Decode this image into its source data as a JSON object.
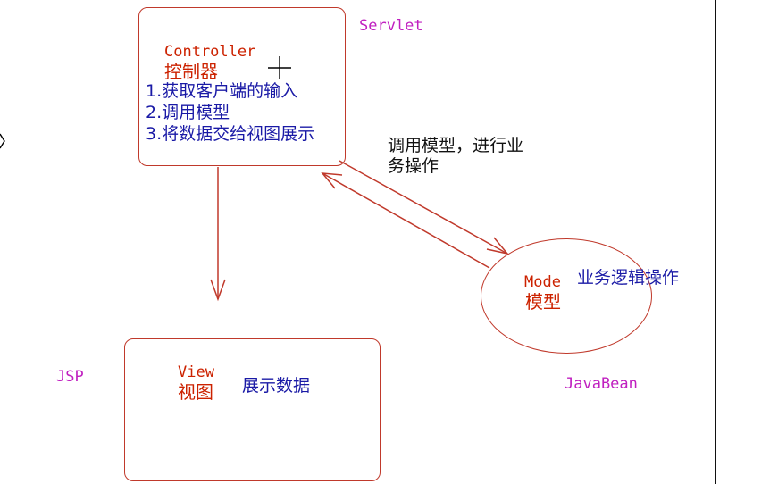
{
  "controller": {
    "title_en": "Controller",
    "title_cn": "控制器",
    "items": [
      "1.获取客户端的输入",
      "2.调用模型",
      "3.将数据交给视图展示"
    ],
    "tech_label": "Servlet"
  },
  "model": {
    "title_en": "Mode",
    "title_cn": "模型",
    "desc": "业务逻辑操作",
    "tech_label": "JavaBean"
  },
  "view": {
    "title_en": "View",
    "title_cn": "视图",
    "desc": "展示数据",
    "tech_label": "JSP"
  },
  "arrow_label": {
    "line1": "调用模型，进行业",
    "line2": "务操作"
  },
  "colors": {
    "shape_stroke": "#c0392b",
    "title_text": "#cc2200",
    "desc_text": "#1a1aa6",
    "tech_text": "#c020c0"
  }
}
